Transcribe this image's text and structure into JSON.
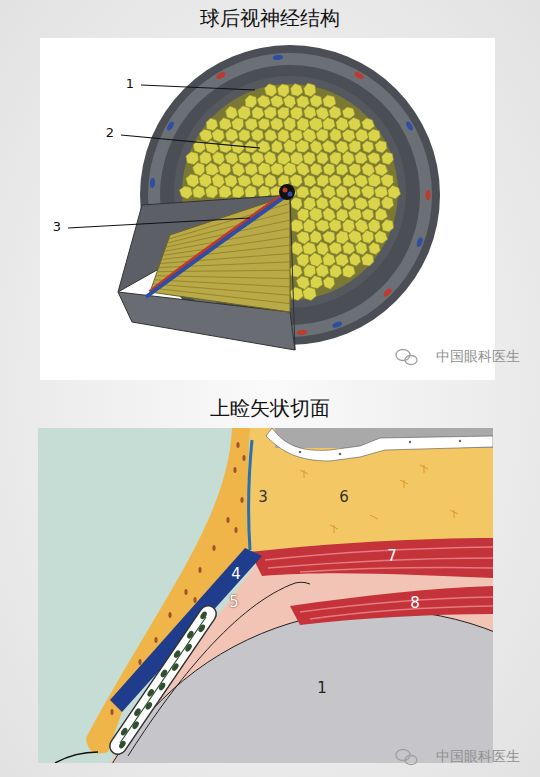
{
  "diagram": {
    "title": "球后视神经结构",
    "labels": [
      "1",
      "2",
      "3",
      "中国眼科医生",
      "上睑矢状切面",
      "3",
      "6",
      "4",
      "7",
      "5",
      "8",
      "1",
      "中国眼科医生"
    ]
  }
}
